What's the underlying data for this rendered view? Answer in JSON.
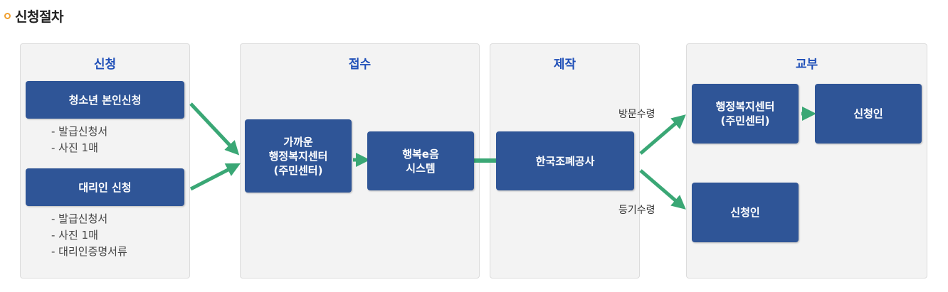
{
  "title": "신청절차",
  "panels": {
    "apply": {
      "header": "신청"
    },
    "receive": {
      "header": "접수"
    },
    "produce": {
      "header": "제작"
    },
    "deliver": {
      "header": "교부"
    }
  },
  "boxes": {
    "youth_self": "청소년 본인신청",
    "proxy": "대리인 신청",
    "center_line1": "가까운",
    "center_line2": "행정복지센터",
    "center_line3": "(주민센터)",
    "system_line1": "행복e음",
    "system_line2": "시스템",
    "mint": "한국조폐공사",
    "deliver_center_line1": "행정복지센터",
    "deliver_center_line2": "(주민센터)",
    "applicant_visit": "신청인",
    "applicant_mail": "신청인"
  },
  "docs": {
    "youth": [
      "- 발급신청서",
      "- 사진 1매"
    ],
    "proxy": [
      "- 발급신청서",
      "- 사진 1매",
      "- 대리인증명서류"
    ]
  },
  "edge_labels": {
    "visit": "방문수령",
    "mail": "등기수령"
  },
  "colors": {
    "box": "#2f5597",
    "header_text": "#1f4fb8",
    "arrow": "#3aa775",
    "title_bullet": "#f0a030"
  }
}
